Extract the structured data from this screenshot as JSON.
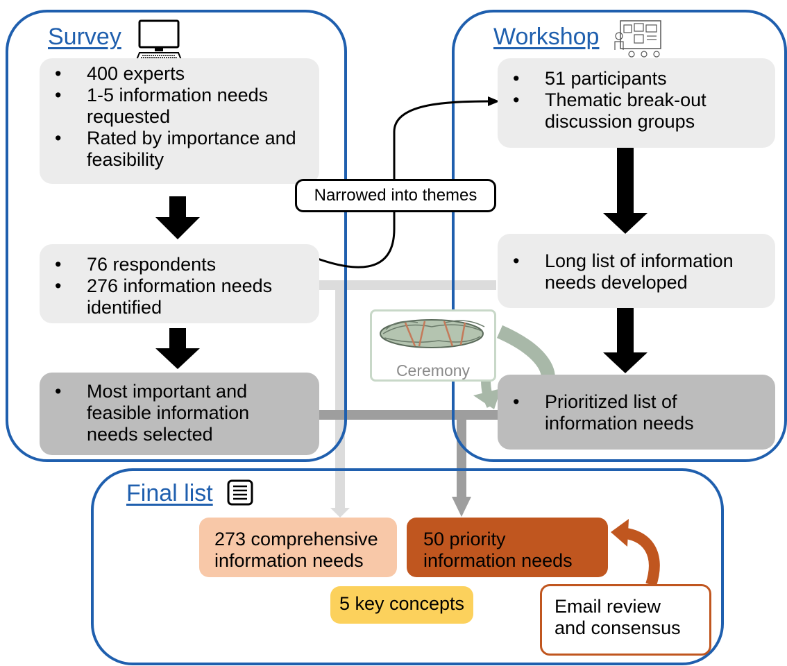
{
  "survey": {
    "title": "Survey",
    "icon": "computer-icon",
    "box1": [
      "400 experts",
      "1-5 information needs requested",
      "Rated by importance and feasibility"
    ],
    "box2": [
      "76 respondents",
      "276 information needs identified"
    ],
    "box3": [
      "Most important and feasible information needs selected"
    ]
  },
  "workshop": {
    "title": "Workshop",
    "icon": "meeting-board-icon",
    "box1": [
      "51 participants",
      "Thematic break-out discussion groups"
    ],
    "box2": [
      "Long list of information needs developed"
    ],
    "box3": [
      "Prioritized list of information needs"
    ]
  },
  "connector": {
    "label": "Narrowed into themes"
  },
  "ceremony": {
    "label": "Ceremony",
    "icon": "sage-bundle-icon"
  },
  "final": {
    "title": "Final list",
    "icon": "list-document-icon",
    "comprehensive": "273 comprehensive information needs",
    "priority": "50 priority information needs",
    "concepts": "5 key concepts",
    "review": "Email review and consensus"
  },
  "colors": {
    "panel_border": "#1f5fae",
    "light_box": "#ececec",
    "dark_box": "#bcbcbc",
    "comprehensive": "#f8c8a8",
    "priority": "#c0561f",
    "concepts": "#fcd15c",
    "review_border": "#c0561f",
    "ceremony": "#c8d8c8"
  }
}
